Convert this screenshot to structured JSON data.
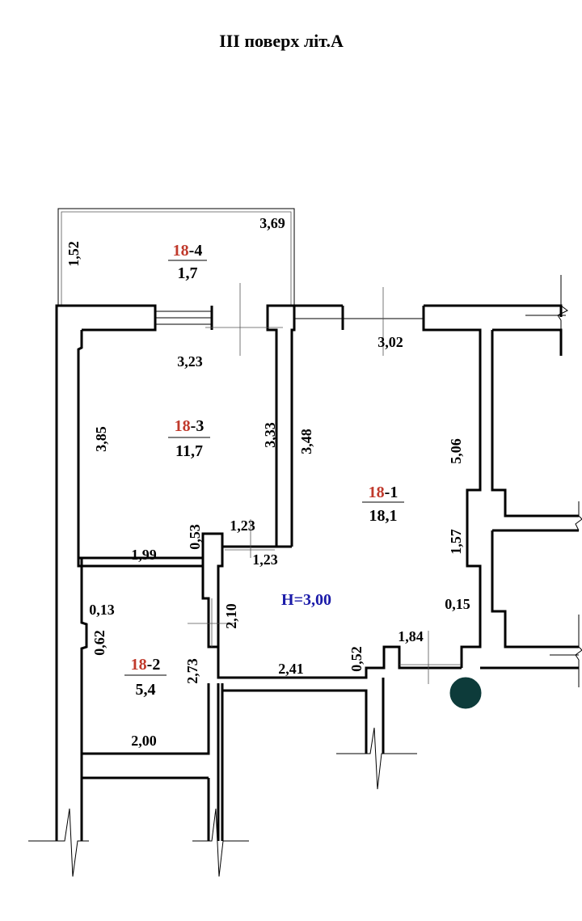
{
  "title": "III  поверх літ.А",
  "height_label": "H=3,00",
  "colors": {
    "room_prefix": "#c0392b",
    "height_label": "#1a1aa8",
    "riser": "#0d3b3a"
  },
  "rooms": [
    {
      "prefix": "18",
      "suffix": "-4",
      "area": "1,7"
    },
    {
      "prefix": "18",
      "suffix": "-3",
      "area": "11,7"
    },
    {
      "prefix": "18",
      "suffix": "-1",
      "area": "18,1"
    },
    {
      "prefix": "18",
      "suffix": "-2",
      "area": "5,4"
    }
  ],
  "dimensions": {
    "d369": "3,69",
    "d152": "1,52",
    "d323": "3,23",
    "d302": "3,02",
    "d385": "3,85",
    "d333": "3,33",
    "d348": "3,48",
    "d506": "5,06",
    "d123a": "1,23",
    "d123b": "1,23",
    "d199": "1,99",
    "d053": "0,53",
    "d157": "1,57",
    "d015": "0,15",
    "d210": "2,10",
    "d013": "0,13",
    "d062": "0,62",
    "d184": "1,84",
    "d052": "0,52",
    "d273": "2,73",
    "d241": "2,41",
    "d200": "2,00"
  }
}
